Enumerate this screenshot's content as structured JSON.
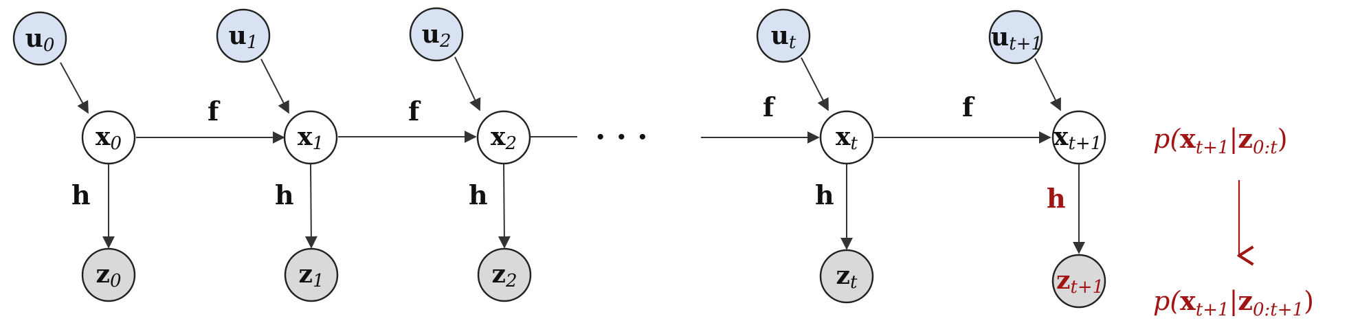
{
  "colors": {
    "input_fill": "#d8e2f3",
    "observed_fill": "#d9d9d9",
    "state_fill": "#ffffff",
    "ink": "#111111",
    "highlight": "#a01414"
  },
  "nodes": {
    "u0": {
      "sym": "u",
      "sub": "0"
    },
    "u1": {
      "sym": "u",
      "sub": "1"
    },
    "u2": {
      "sym": "u",
      "sub": "2"
    },
    "ut": {
      "sym": "u",
      "sub": "t"
    },
    "ut1": {
      "sym": "u",
      "sub": "t+1"
    },
    "x0": {
      "sym": "x",
      "sub": "0"
    },
    "x1": {
      "sym": "x",
      "sub": "1"
    },
    "x2": {
      "sym": "x",
      "sub": "2"
    },
    "xt": {
      "sym": "x",
      "sub": "t"
    },
    "xt1": {
      "sym": "x",
      "sub": "t+1"
    },
    "z0": {
      "sym": "z",
      "sub": "0"
    },
    "z1": {
      "sym": "z",
      "sub": "1"
    },
    "z2": {
      "sym": "z",
      "sub": "2"
    },
    "zt": {
      "sym": "z",
      "sub": "t"
    },
    "zt1": {
      "sym": "z",
      "sub": "t+1"
    }
  },
  "edge_labels": {
    "transition": "f",
    "observation": "h"
  },
  "ellipsis": "· · ·",
  "annotations": {
    "prior": {
      "p": "p(",
      "x": "x",
      "x_sub": "t+1",
      "bar": "|",
      "z": "z",
      "z_sub": "0:t",
      "close": ")"
    },
    "posterior": {
      "p": "p(",
      "x": "x",
      "x_sub": "t+1",
      "bar": "|",
      "z": "z",
      "z_sub": "0:t+1",
      "close": ")"
    }
  }
}
